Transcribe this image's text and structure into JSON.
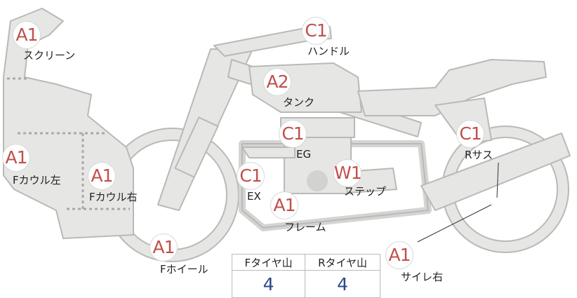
{
  "parts": [
    {
      "key": "screen",
      "grade": "A1",
      "label": "スクリーン"
    },
    {
      "key": "handle",
      "grade": "C1",
      "label": "ハンドル"
    },
    {
      "key": "tank",
      "grade": "A2",
      "label": "タンク"
    },
    {
      "key": "engine",
      "grade": "C1",
      "label": "EG"
    },
    {
      "key": "rear_susp",
      "grade": "C1",
      "label": "Rサス"
    },
    {
      "key": "cowl_left",
      "grade": "A1",
      "label": "Fカウル左"
    },
    {
      "key": "cowl_right",
      "grade": "A1",
      "label": "Fカウル右"
    },
    {
      "key": "exhaust",
      "grade": "C1",
      "label": "EX"
    },
    {
      "key": "step",
      "grade": "W1",
      "label": "ステップ"
    },
    {
      "key": "frame",
      "grade": "A1",
      "label": "フレーム"
    },
    {
      "key": "front_wheel",
      "grade": "A1",
      "label": "Fホイール"
    },
    {
      "key": "muffler_r",
      "grade": "A1",
      "label": "サイレ右"
    }
  ],
  "tire_table": {
    "front_header": "Fタイヤ山",
    "rear_header": "Rタイヤ山",
    "front_value": "4",
    "rear_value": "4"
  },
  "colors": {
    "grade_text": "#c0504d",
    "value_text": "#2c4a86",
    "bike_fill": "#e6e6e4",
    "bike_stroke": "#b9b9b6"
  }
}
